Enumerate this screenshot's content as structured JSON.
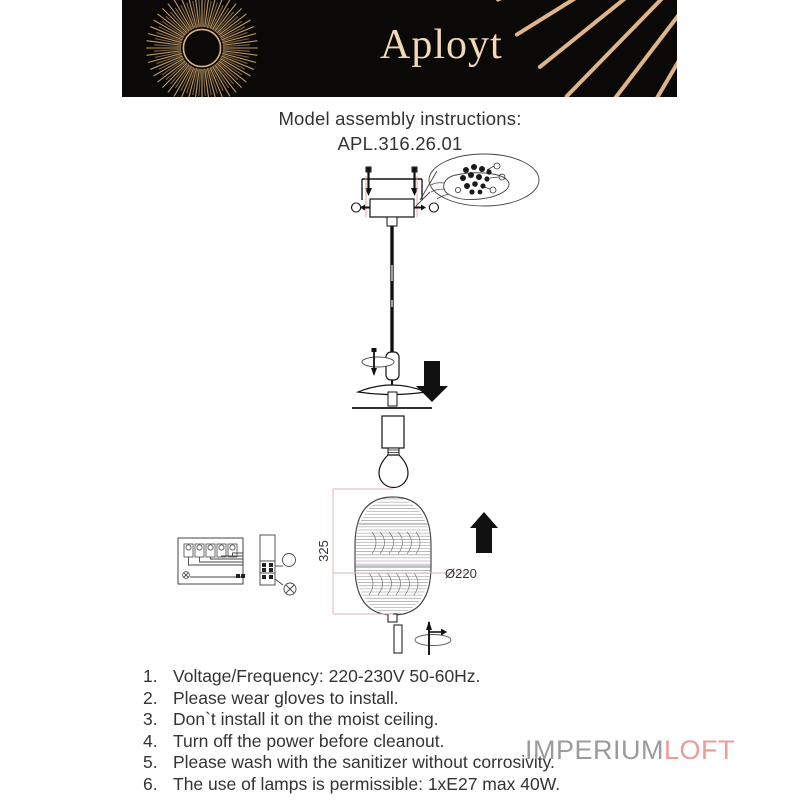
{
  "header": {
    "brand": "Aployt",
    "logo_icon": "sunburst-logo-icon",
    "rays_icon": "corner-rays-decoration-icon",
    "background_color": "#0b0907",
    "brand_color": "#f0d9b8"
  },
  "document": {
    "title": "Model assembly instructions:",
    "model_code": "APL.316.26.01"
  },
  "diagram": {
    "dimension_height": "325",
    "dimension_diameter": "Ø220",
    "parts": {
      "mounting_bracket": "mounting-bracket",
      "hand_callout": "hand-holding-screws-callout",
      "suspension_cord": "suspension-cord",
      "ceiling_cup": "ceiling-cup",
      "lamp_socket": "lamp-socket",
      "bulb": "light-bulb",
      "glass_shade": "ribbed-glass-shade",
      "terminal_block": "wiring-terminal-block"
    }
  },
  "instructions": [
    {
      "num": "1.",
      "text": "Voltage/Frequency: 220-230V 50-60Hz."
    },
    {
      "num": "2.",
      "text": "Please wear gloves to install."
    },
    {
      "num": "3.",
      "text": "Don`t install it on the moist ceiling."
    },
    {
      "num": "4.",
      "text": "Turn off the power before cleanout."
    },
    {
      "num": "5.",
      "text": "Please wash with the sanitizer without corrosivity."
    },
    {
      "num": "6.",
      "text": "The use of lamps is permissible: 1xE27 max 40W."
    }
  ],
  "watermark": {
    "part_a": "IMPERIUM",
    "part_b": "LOFT",
    "color_a": "#9b9b9b",
    "color_b": "#ef9a9a"
  }
}
